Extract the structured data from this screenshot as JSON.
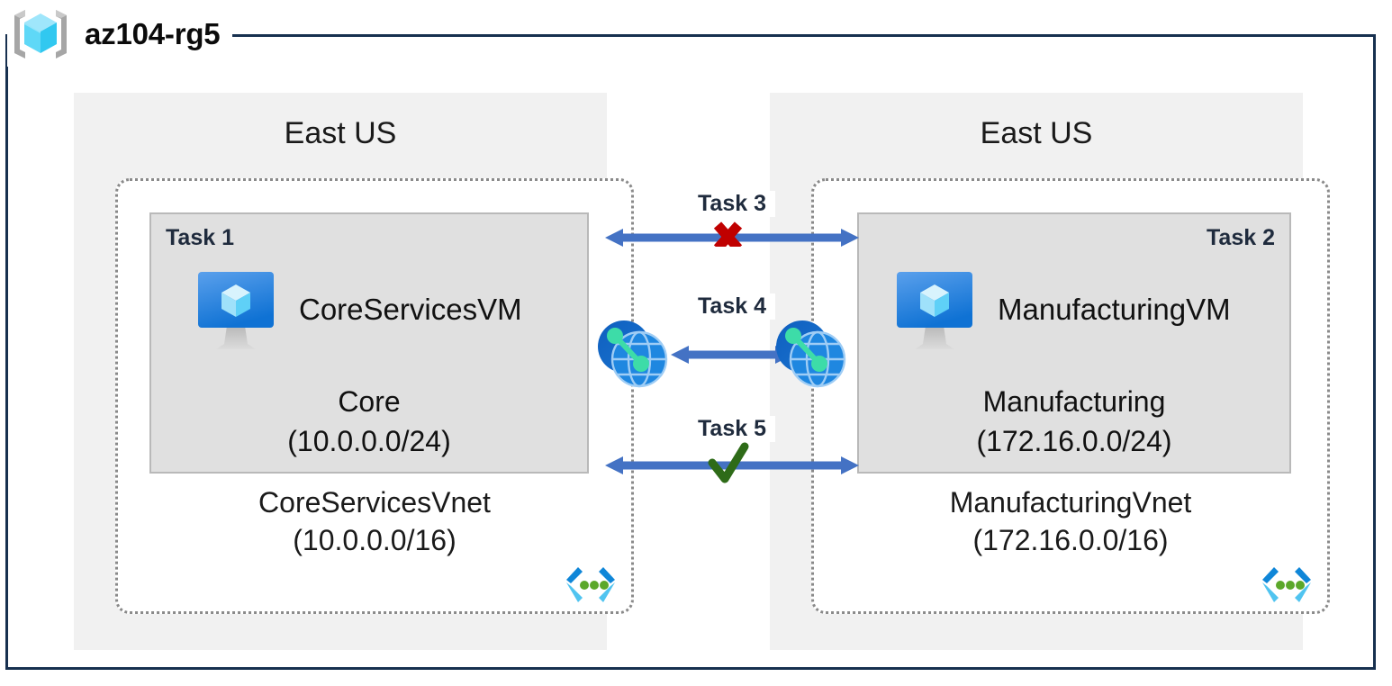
{
  "resource_group": {
    "name": "az104-rg5",
    "icon": "resource-group-cube-icon",
    "border_color": "#17304f"
  },
  "regions": [
    {
      "id": "left",
      "label": "East US",
      "vnet": {
        "name": "CoreServicesVnet",
        "address_space": "(10.0.0.0/16)",
        "icon": "vnet-icon"
      },
      "subnet": {
        "task_tag": "Task 1",
        "task_tag_align": "left",
        "vm_name": "CoreServicesVM",
        "vm_icon": "virtual-machine-icon",
        "subnet_name": "Core",
        "subnet_range": "(10.0.0.0/24)"
      }
    },
    {
      "id": "right",
      "label": "East US",
      "vnet": {
        "name": "ManufacturingVnet",
        "address_space": "(172.16.0.0/16)",
        "icon": "vnet-icon"
      },
      "subnet": {
        "task_tag": "Task 2",
        "task_tag_align": "right",
        "vm_name": "ManufacturingVM",
        "vm_icon": "virtual-machine-icon",
        "subnet_name": "Manufacturing",
        "subnet_range": "(172.16.0.0/24)"
      }
    }
  ],
  "connectors": [
    {
      "id": "task3",
      "label": "Task 3",
      "status_mark": "X",
      "status_meaning": "blocked",
      "mark_color": "#c00000",
      "arrow": "double-headed",
      "arrow_color": "#4472c4"
    },
    {
      "id": "task4",
      "label": "Task 4",
      "status_mark": "",
      "status_meaning": "peering",
      "arrow": "double-headed",
      "arrow_color": "#4472c4",
      "left_icon": "vnet-peering-icon",
      "right_icon": "vnet-peering-icon"
    },
    {
      "id": "task5",
      "label": "Task 5",
      "status_mark": "check",
      "status_meaning": "allowed",
      "mark_color": "#2e6b18",
      "arrow": "double-headed",
      "arrow_color": "#4472c4"
    }
  ],
  "palette": {
    "region_bg": "#f1f1f1",
    "subnet_bg": "#e0e0e0",
    "vnet_border": "#8a8a8a",
    "arrow_blue": "#4472c4",
    "azure_blue": "#0078d4",
    "cyan": "#50c4f0",
    "green_dot": "#5ba82a",
    "teal": "#3ddca8",
    "text_dark": "#1f2b3d"
  }
}
